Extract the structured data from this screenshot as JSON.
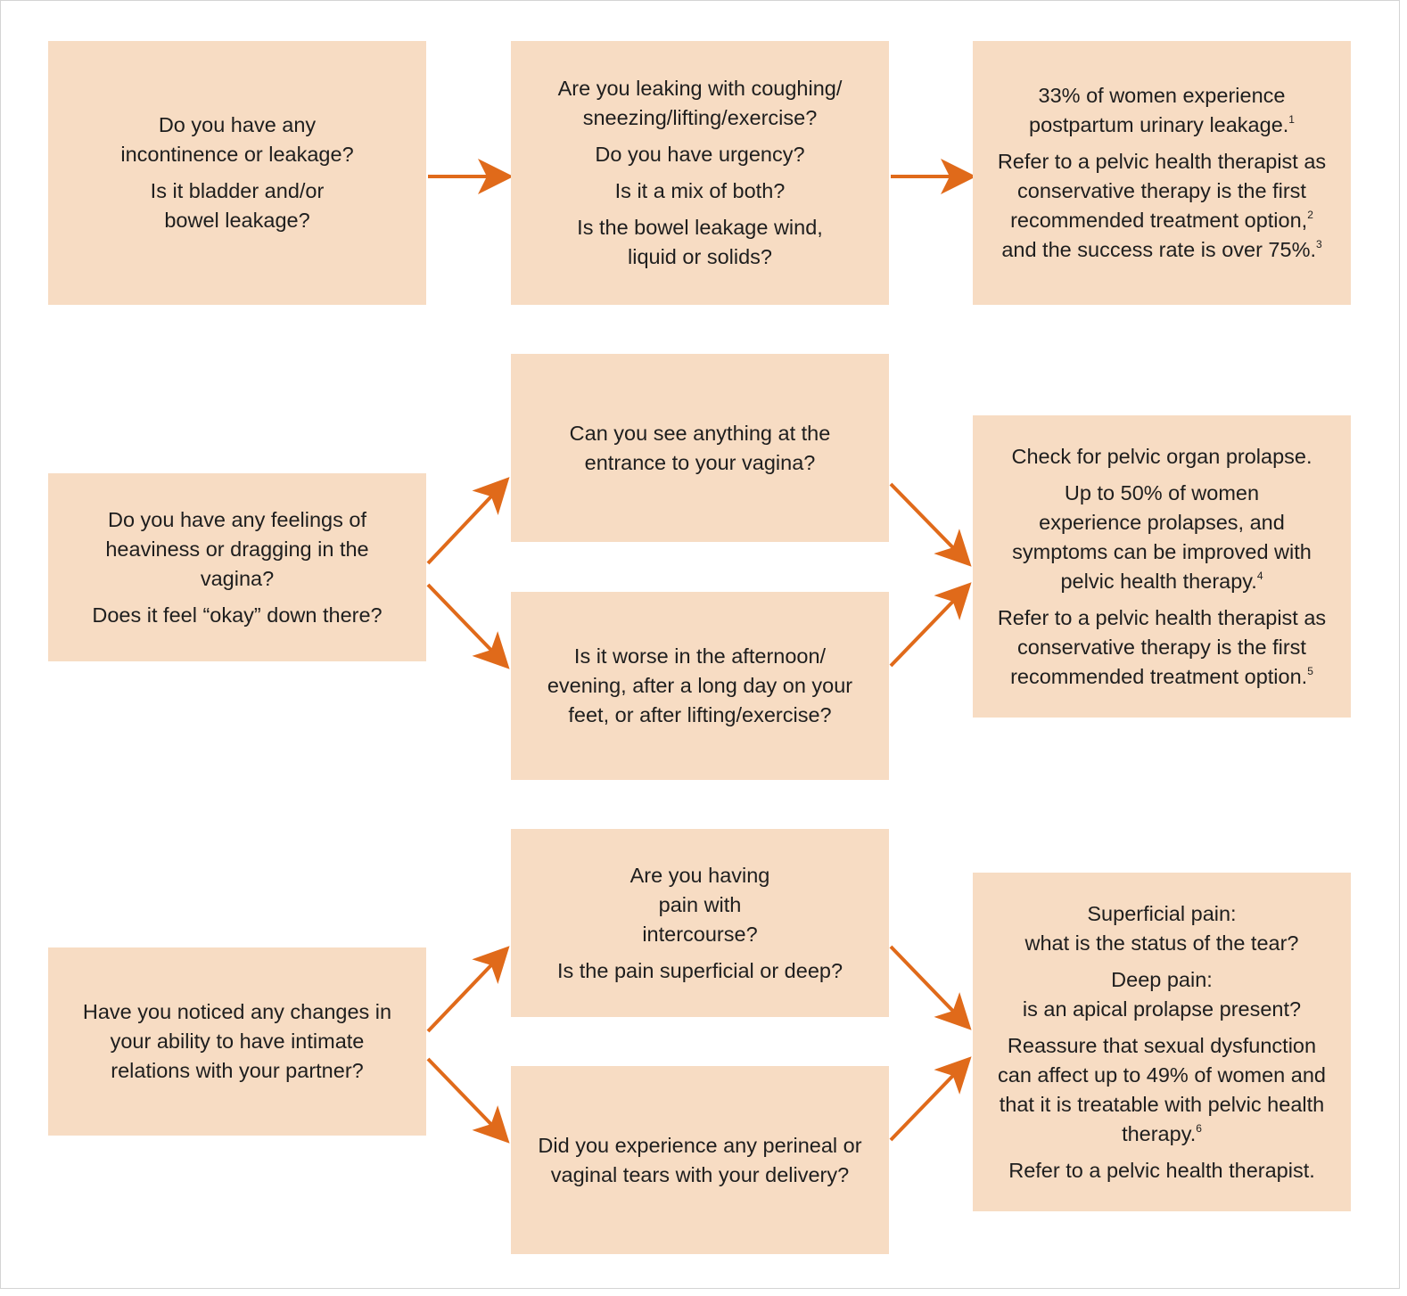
{
  "colors": {
    "box_fill": "#f7dcc3",
    "arrow": "#e06a1a",
    "text": "#1e1e1e"
  },
  "row1": {
    "q1": {
      "p1": "Do you have any incontinence or leakage?",
      "p2": "Is it bladder and/or bowel leakage?"
    },
    "q2": {
      "p1": "Are you leaking with coughing/ sneezing/lifting/exercise?",
      "p2": "Do you have urgency?",
      "p3": "Is it a mix of both?",
      "p4": "Is the bowel leakage wind, liquid or solids?"
    },
    "outcome": {
      "p1_text": "33% of women experience postpartum urinary leakage.",
      "p1_ref": "1",
      "p2_text_a": "Refer to a pelvic health therapist as conservative therapy is the first recommended treatment option,",
      "p2_ref_a": "2",
      "p2_text_b": " and the success rate is over 75%.",
      "p2_ref_b": "3"
    }
  },
  "row2": {
    "q1": {
      "p1": "Do you have any feelings of heaviness or dragging in the vagina?",
      "p2": "Does it feel “okay” down there?"
    },
    "q2a": {
      "p1": "Can you see anything at the entrance to your vagina?"
    },
    "q2b": {
      "p1": "Is it worse in the afternoon/ evening, after a long day on your feet, or after lifting/exercise?"
    },
    "outcome": {
      "p1": "Check for pelvic organ prolapse.",
      "p2_text": "Up to 50% of women experience prolapses, and symptoms can be improved with pelvic health therapy.",
      "p2_ref": "4",
      "p3_text": "Refer to a pelvic health therapist as conservative therapy is the first recommended treatment option.",
      "p3_ref": "5"
    }
  },
  "row3": {
    "q1": {
      "p1": "Have you noticed any changes in your ability to have intimate relations with your partner?"
    },
    "q2a": {
      "p1": "Are you having pain with intercourse?",
      "p2": "Is the pain superficial or deep?"
    },
    "q2b": {
      "p1": "Did you experience any perineal or vaginal tears with your delivery?"
    },
    "outcome": {
      "p1a": "Superficial pain:",
      "p1b": "what is the status of the tear?",
      "p2a": "Deep pain:",
      "p2b": "is an apical prolapse present?",
      "p3_text": "Reassure that sexual dysfunction can affect up to 49% of women and that it is treatable with pelvic health therapy.",
      "p3_ref": "6",
      "p4": "Refer to a pelvic health therapist."
    }
  }
}
